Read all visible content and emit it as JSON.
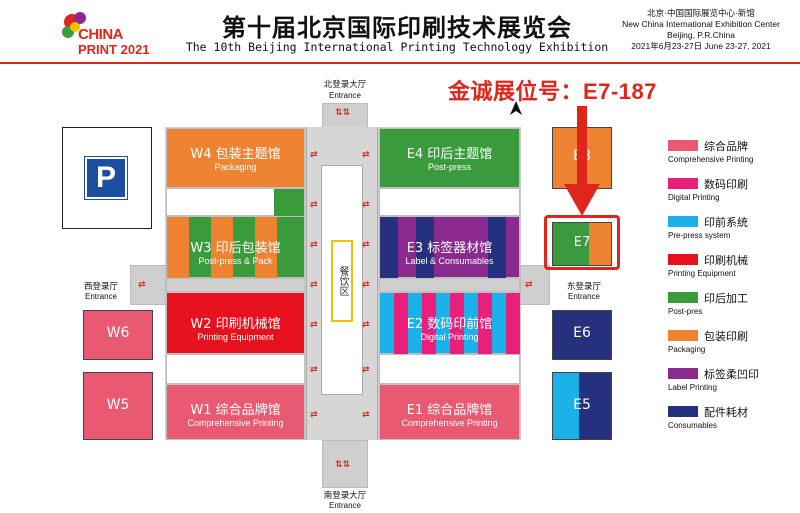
{
  "header": {
    "logo_line1": "CHINA",
    "logo_line2": "PRINT 2021",
    "title_cn": "第十届北京国际印刷技术展览会",
    "title_en": "The 10th Beijing International Printing Technology Exhibition",
    "venue_line1": "北京·中国国际展览中心·新馆",
    "venue_line2": "New China International Exhibition Center",
    "venue_line3": "Beijing, P.R.China",
    "venue_line4": "2021年6月23-27日 June 23-27, 2021"
  },
  "booth_callout": "金诚展位号：E7-187",
  "entrances": {
    "north_cn": "北登录大厅",
    "north_en": "Entrance",
    "south_cn": "南登录大厅",
    "south_en": "Entrance",
    "west_cn": "西登录厅",
    "west_en": "Entrance",
    "east_cn": "东登录厅",
    "east_en": "Entrance"
  },
  "parking": "P",
  "dining": "餐饮区",
  "halls": {
    "W4": {
      "cn": "W4 包装主题馆",
      "en": "Packaging"
    },
    "W3": {
      "cn": "W3 印后包装馆",
      "en": "Post-press & Pack"
    },
    "W2": {
      "cn": "W2 印刷机械馆",
      "en": "Printing Equipment"
    },
    "W1": {
      "cn": "W1 综合品牌馆",
      "en": "Comprehensive Printing"
    },
    "E4": {
      "cn": "E4 印后主题馆",
      "en": "Post-press"
    },
    "E3": {
      "cn": "E3 标签器材馆",
      "en": "Label & Consumables"
    },
    "E2": {
      "cn": "E2 数码印前馆",
      "en": "Digital Printing"
    },
    "E1": {
      "cn": "E1 综合品牌馆",
      "en": "Comprehensive Printing"
    },
    "W6": "W6",
    "W5": "W5",
    "E8": "E8",
    "E7": "E7",
    "E6": "E6",
    "E5": "E5"
  },
  "legend": [
    {
      "cn": "综合品牌",
      "en": "Comprehensive Printing",
      "color": "#e95a72"
    },
    {
      "cn": "数码印刷",
      "en": "Digital Printing",
      "color": "#e8207c"
    },
    {
      "cn": "印前系统",
      "en": "Pre-press system",
      "color": "#1ab0e8"
    },
    {
      "cn": "印刷机械",
      "en": "Printing Equipment",
      "color": "#e6101e"
    },
    {
      "cn": "印后加工",
      "en": "Post-pres",
      "color": "#3a9b3c"
    },
    {
      "cn": "包装印刷",
      "en": "Packaging",
      "color": "#ee8431"
    },
    {
      "cn": "标签柔凹印",
      "en": "Label Printing",
      "color": "#8a2a8f"
    },
    {
      "cn": "配件耗材",
      "en": "Consumables",
      "color": "#25307e"
    }
  ],
  "colors": {
    "comprehensive": "#e95a72",
    "digital": "#e8207c",
    "prepress": "#1ab0e8",
    "equipment": "#e6101e",
    "postpress": "#3a9b3c",
    "packaging": "#ee8431",
    "label": "#8a2a8f",
    "consumables": "#25307e",
    "accent_red": "#e0261c"
  }
}
